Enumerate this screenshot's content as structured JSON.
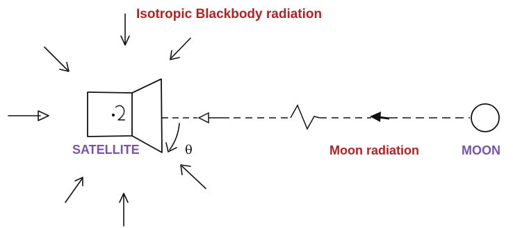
{
  "labels": {
    "top": "Isotropic Blackbody radiation",
    "satellite": "SATELLITE",
    "theta": "θ",
    "moon_radiation": "Moon radiation",
    "moon": "MOON"
  },
  "colors": {
    "red_text": "#b22222",
    "purple_text": "#7b52ab",
    "ink": "#111111"
  }
}
